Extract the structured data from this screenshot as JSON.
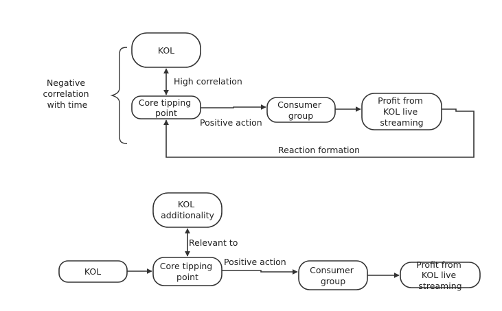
{
  "colors": {
    "stroke": "#333333",
    "text": "#222222",
    "background": "#ffffff"
  },
  "top": {
    "kol": "KOL",
    "core": [
      "Core tipping",
      "point"
    ],
    "consumer": [
      "Consumer",
      "group"
    ],
    "profit": [
      "Profit from",
      "KOL live",
      "streaming"
    ],
    "high_correlation": "High correlation",
    "positive_action": "Positive action",
    "reaction_formation": "Reaction formation",
    "negative": [
      "Negative",
      "correlation",
      "with time"
    ]
  },
  "bottom": {
    "kol_additionality": [
      "KOL",
      "additionality"
    ],
    "kol": "KOL",
    "core": [
      "Core tipping",
      "point"
    ],
    "consumer": [
      "Consumer",
      "group"
    ],
    "profit": [
      "Profit from",
      "KOL live",
      "streaming"
    ],
    "relevant_to": "Relevant to",
    "positive_action": "Positive action"
  }
}
